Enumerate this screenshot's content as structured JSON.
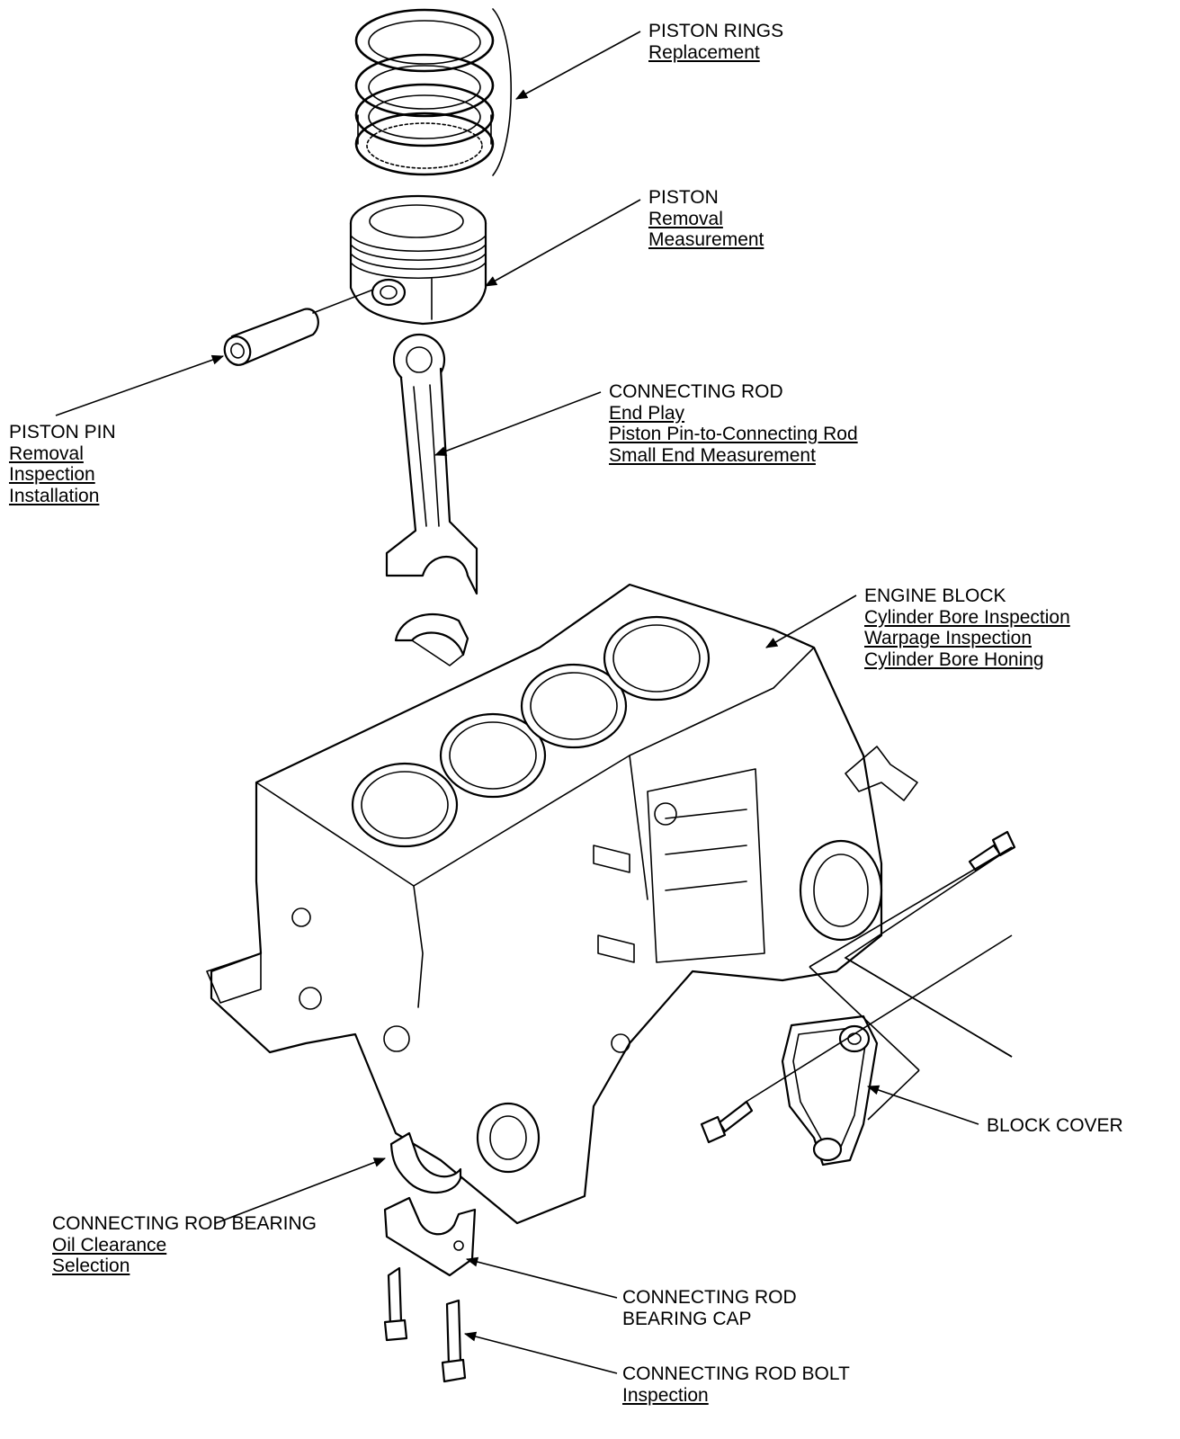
{
  "labels": {
    "piston_rings": {
      "title": "PISTON RINGS",
      "links": [
        "Replacement"
      ]
    },
    "piston": {
      "title": "PISTON",
      "links": [
        "Removal",
        "Measurement"
      ]
    },
    "piston_pin": {
      "title": "PISTON PIN",
      "links": [
        "Removal",
        "Inspection",
        "Installation"
      ]
    },
    "connecting_rod": {
      "title": "CONNECTING ROD",
      "links": [
        "End Play",
        "Piston Pin-to-Connecting Rod",
        "Small End Measurement"
      ]
    },
    "engine_block": {
      "title": "ENGINE BLOCK",
      "links": [
        "Cylinder Bore Inspection",
        "Warpage Inspection",
        "Cylinder Bore Honing"
      ]
    },
    "block_cover": {
      "title": "BLOCK COVER",
      "links": []
    },
    "rod_bearing": {
      "title": "CONNECTING ROD BEARING",
      "links": [
        "Oil Clearance",
        "Selection"
      ]
    },
    "bearing_cap": {
      "title": "CONNECTING ROD",
      "title2": "BEARING CAP",
      "links": []
    },
    "rod_bolt": {
      "title": "CONNECTING ROD BOLT",
      "links": [
        "Inspection"
      ]
    }
  }
}
